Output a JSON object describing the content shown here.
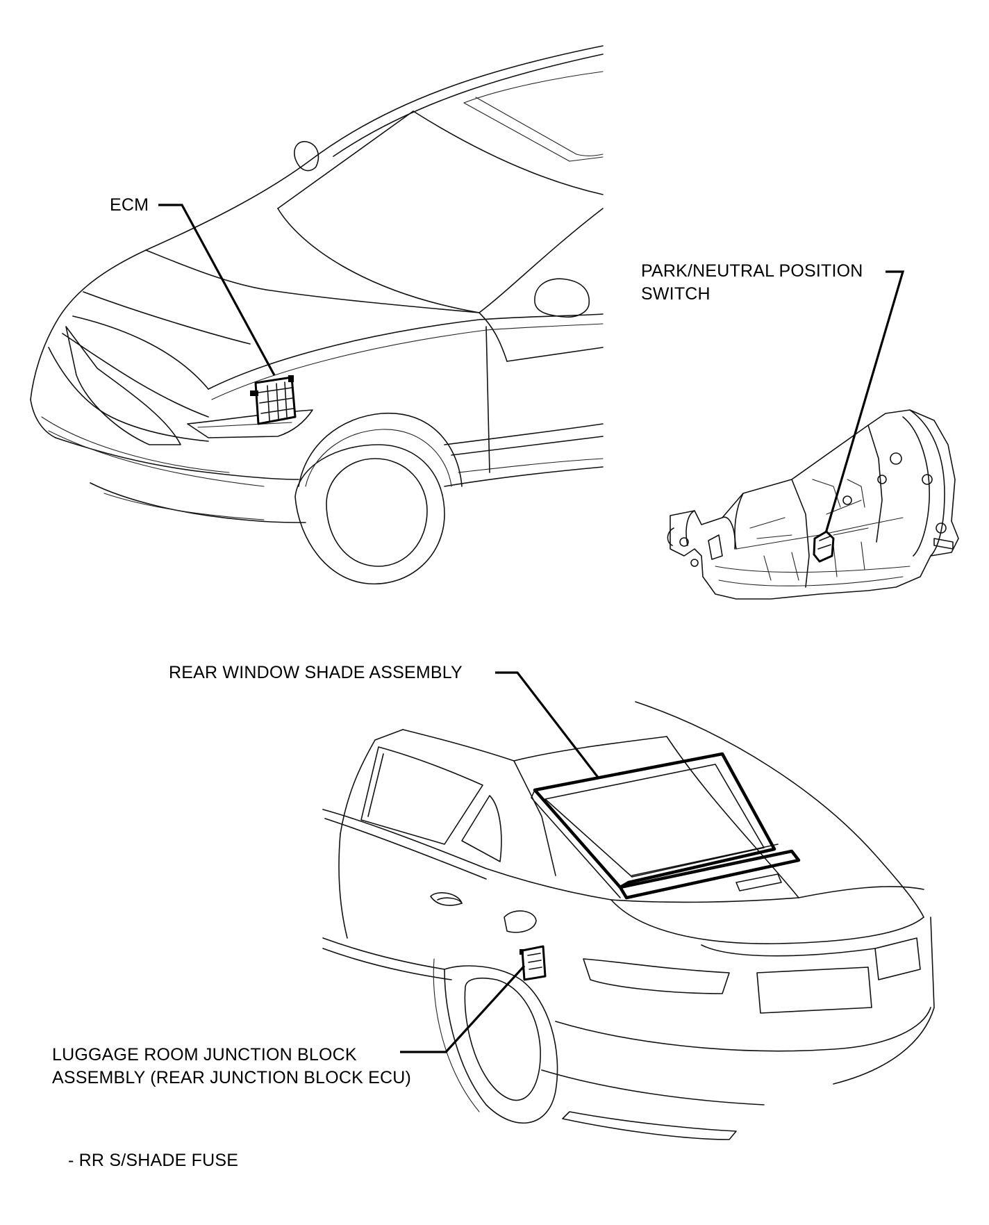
{
  "labels": {
    "ecm": "ECM",
    "pnp_switch_line1": "PARK/NEUTRAL POSITION",
    "pnp_switch_line2": "SWITCH",
    "rear_window_shade": "REAR WINDOW SHADE ASSEMBLY",
    "junction_block_line1": "LUGGAGE ROOM JUNCTION BLOCK",
    "junction_block_line2": "ASSEMBLY (REAR JUNCTION BLOCK ECU)",
    "fuse_note": "- RR S/SHADE FUSE"
  },
  "colors": {
    "line": "#000000",
    "background": "#ffffff"
  }
}
